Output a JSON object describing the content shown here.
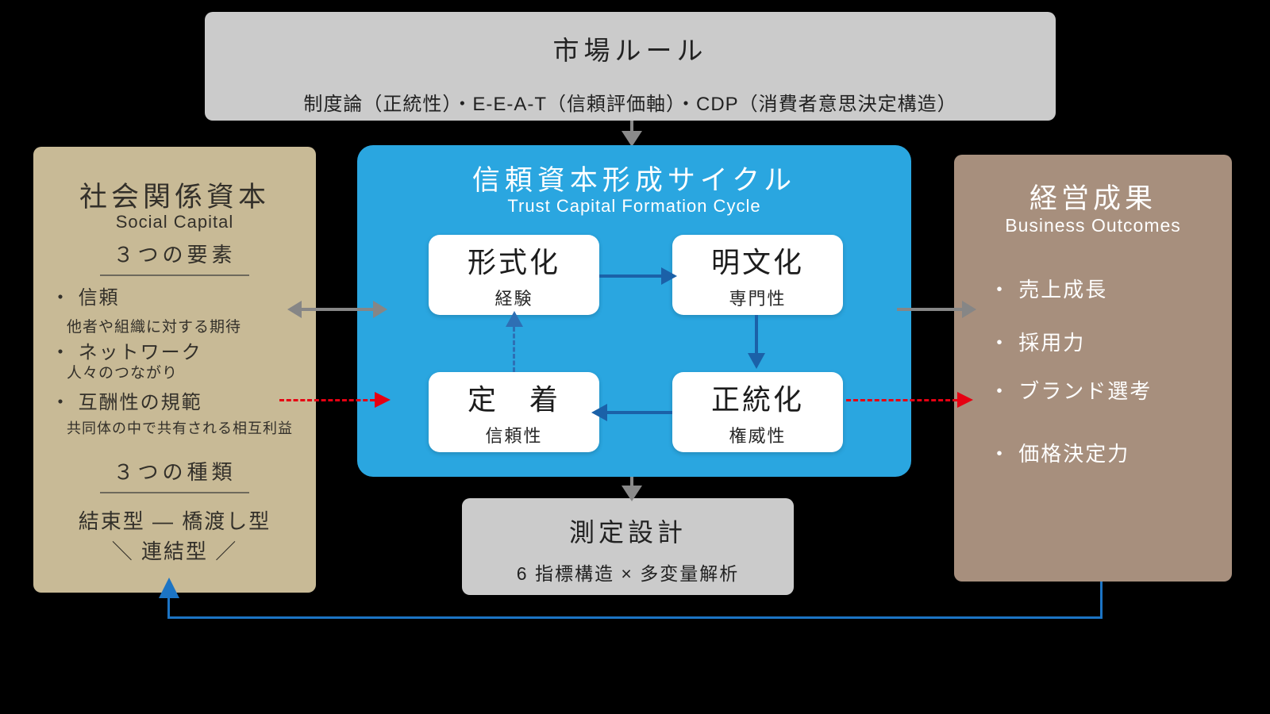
{
  "colors": {
    "background": "#000000",
    "market_rules_box": "#cbcbcb",
    "social_capital_box": "#c8ba96",
    "trust_cycle_box": "#2aa6e0",
    "business_outcomes_box": "#a78f7d",
    "measurement_box": "#cbcbcb",
    "node_box": "#ffffff",
    "cycle_arrow_blue": "#1b61a8",
    "dashed_cycle_arrow_blue": "#2e6fb4",
    "feedback_arrow_blue": "#1c74c4",
    "red_arrow": "#e60012",
    "gray_arrow": "#8a8a8a"
  },
  "market_rules": {
    "title": "市場ルール",
    "subtitle": "制度論（正統性）・E-E-A-T（信頼評価軸）・CDP（消費者意思決定構造）"
  },
  "social_capital": {
    "title": "社会関係資本",
    "subtitle": "Social Capital",
    "elements": {
      "header": "３つの要素",
      "items": [
        {
          "label": "・ 信頼",
          "desc": "他者や組織に対する期待"
        },
        {
          "label": "・ ネットワーク",
          "desc": "人々のつながり"
        },
        {
          "label": "・ 互酬性の規範",
          "desc": "共同体の中で共有される相互利益"
        }
      ]
    },
    "types": {
      "header": "３つの種類",
      "line1": "結束型 — 橋渡し型",
      "line2": "＼ 連結型 ／"
    }
  },
  "trust_cycle": {
    "title": "信頼資本形成サイクル",
    "subtitle": "Trust Capital Formation Cycle",
    "nodes": [
      {
        "label": "形式化",
        "sub": "経験"
      },
      {
        "label": "明文化",
        "sub": "専門性"
      },
      {
        "label": "定　着",
        "sub": "信頼性"
      },
      {
        "label": "正統化",
        "sub": "権威性"
      }
    ]
  },
  "business_outcomes": {
    "title": "経営成果",
    "subtitle": "Business Outcomes",
    "items": [
      "・ 売上成長",
      "・ 採用力",
      "・ ブランド選考",
      "・ 価格決定力"
    ]
  },
  "measurement": {
    "title": "測定設計",
    "subtitle": "6 指標構造 × 多変量解析"
  }
}
